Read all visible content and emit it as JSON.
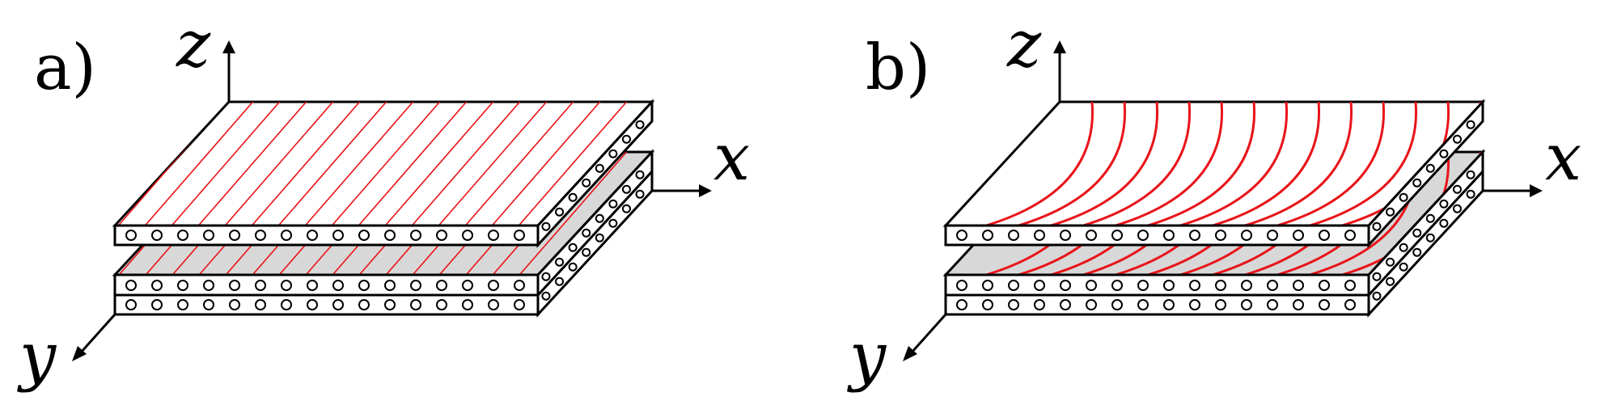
{
  "panels": [
    {
      "label": "a)",
      "axes": {
        "z": "z",
        "x": "x",
        "y": "y"
      },
      "line_style": "straight-diagonal"
    },
    {
      "label": "b)",
      "axes": {
        "z": "z",
        "x": "x",
        "y": "y"
      },
      "line_style": "curved-arcs"
    }
  ],
  "colors": {
    "lines": "#e8141a",
    "outline": "#000000",
    "top_face": "#ffffff",
    "middle_face": "#d8d8d8",
    "circles": "#ffffff"
  }
}
